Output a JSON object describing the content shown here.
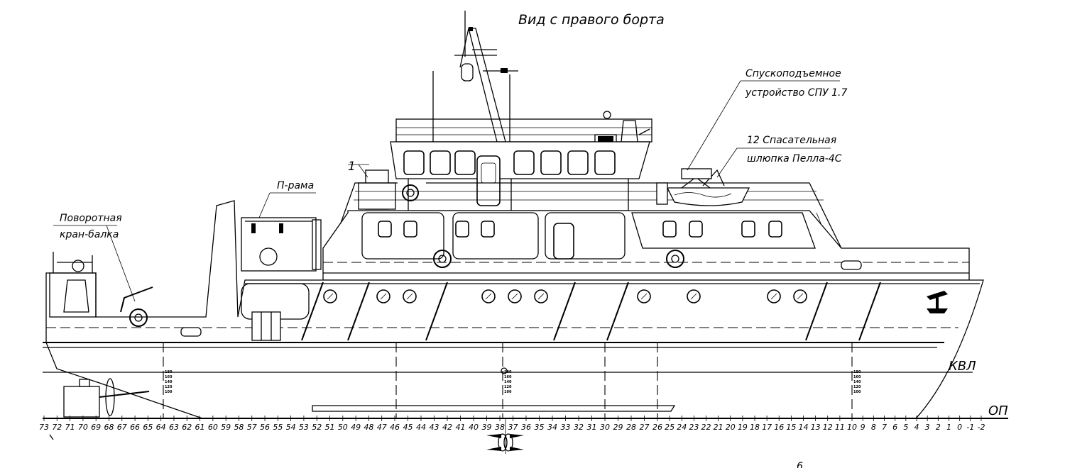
{
  "title": "Вид с правого борта",
  "labels": {
    "davit_line1": "Поворотная",
    "davit_line2": "кран-балка",
    "p_frame": "П-рама",
    "item_1": "1",
    "launch_line1": "Спускоподъемное",
    "launch_line2": "устройство СПУ 1.7",
    "boat_line1": "12 Спасательная",
    "boat_line2": "шлюпка Пелла-4С",
    "waterline": "КВЛ",
    "baseline": "ОП",
    "stray_mark": "6"
  },
  "draft_marks": [
    "180",
    "160",
    "140",
    "120",
    "100"
  ],
  "frames": [
    73,
    72,
    71,
    70,
    69,
    68,
    67,
    66,
    65,
    64,
    63,
    62,
    61,
    60,
    59,
    58,
    57,
    56,
    55,
    54,
    53,
    52,
    51,
    50,
    49,
    48,
    47,
    46,
    45,
    44,
    43,
    42,
    41,
    40,
    39,
    38,
    37,
    36,
    35,
    34,
    33,
    32,
    31,
    30,
    29,
    28,
    27,
    26,
    25,
    24,
    23,
    22,
    21,
    20,
    19,
    18,
    17,
    16,
    15,
    14,
    13,
    12,
    11,
    10,
    9,
    8,
    7,
    6,
    5,
    4,
    3,
    2,
    1,
    0,
    -1,
    -2
  ]
}
